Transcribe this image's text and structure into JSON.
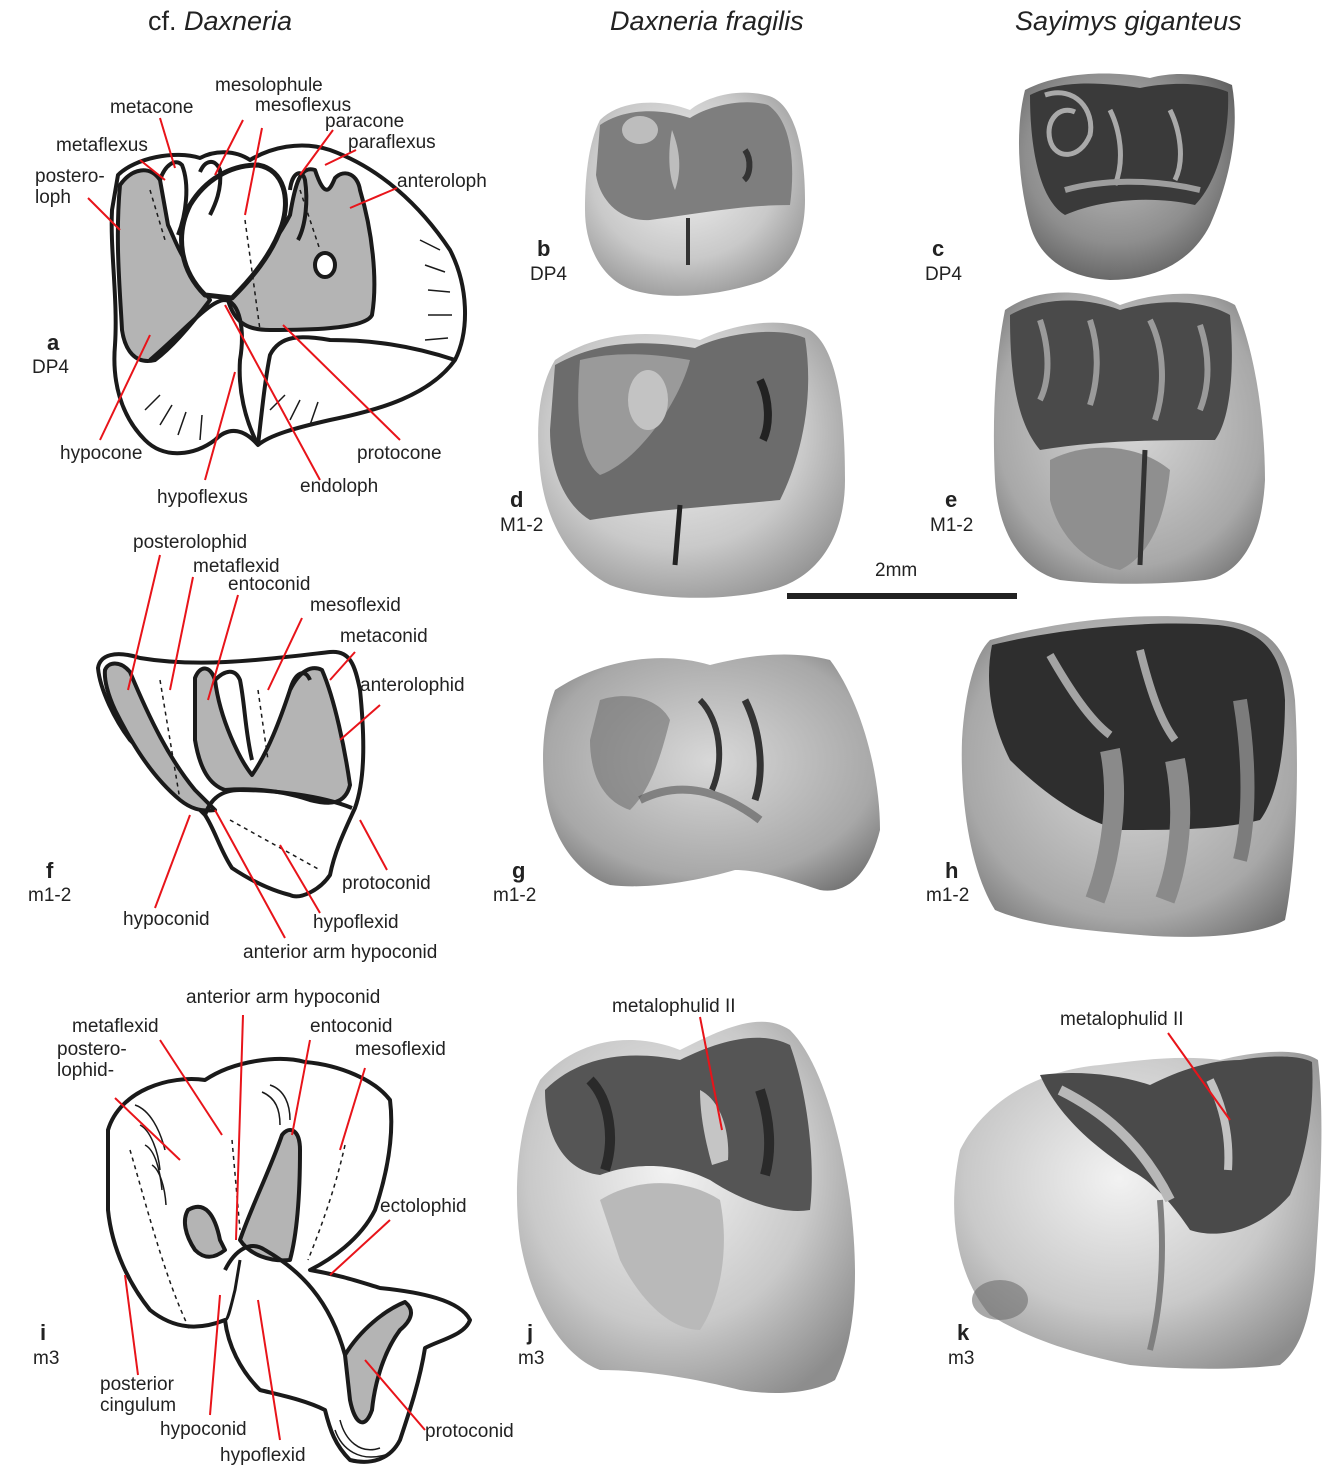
{
  "columns": {
    "left": {
      "prefix": "cf. ",
      "name": "Daxneria"
    },
    "middle": "Daxneria fragilis",
    "right": "Sayimys giganteus"
  },
  "panels": {
    "a": {
      "letter": "a",
      "tooth": "DP4"
    },
    "b": {
      "letter": "b",
      "tooth": "DP4"
    },
    "c": {
      "letter": "c",
      "tooth": "DP4"
    },
    "d": {
      "letter": "d",
      "tooth": "M1-2"
    },
    "e": {
      "letter": "e",
      "tooth": "M1-2"
    },
    "f": {
      "letter": "f",
      "tooth": "m1-2"
    },
    "g": {
      "letter": "g",
      "tooth": "m1-2"
    },
    "h": {
      "letter": "h",
      "tooth": "m1-2"
    },
    "i": {
      "letter": "i",
      "tooth": "m3"
    },
    "j": {
      "letter": "j",
      "tooth": "m3"
    },
    "k": {
      "letter": "k",
      "tooth": "m3"
    }
  },
  "scale_bar": {
    "label": "2mm"
  },
  "labels_a": {
    "mesolophule": "mesolophule",
    "metacone": "metacone",
    "mesoflexus": "mesoflexus",
    "paracone": "paracone",
    "metaflexus": "metaflexus",
    "paraflexus": "paraflexus",
    "posteroloph": "postero-\nloph",
    "anteroloph": "anteroloph",
    "hypocone": "hypocone",
    "protocone": "protocone",
    "hypoflexus": "hypoflexus",
    "endoloph": "endoloph"
  },
  "labels_f": {
    "posterolophid": "posterolophid",
    "metaflexid": "metaflexid",
    "entoconid": "entoconid",
    "mesoflexid": "mesoflexid",
    "metaconid": "metaconid",
    "anterolophid": "anterolophid",
    "protoconid": "protoconid",
    "hypoconid": "hypoconid",
    "hypoflexid": "hypoflexid",
    "anterior_arm": "anterior arm hypoconid"
  },
  "labels_i": {
    "anterior_arm": "anterior arm hypoconid",
    "metaflexid": "metaflexid",
    "entoconid": "entoconid",
    "posterolophid": "postero-\nlophid-",
    "mesoflexid": "mesoflexid",
    "ectolophid": "ectolophid",
    "posterior_cingulum": "posterior\ncingulum",
    "hypoconid": "hypoconid",
    "hypoflexid": "hypoflexid",
    "protoconid": "protoconid"
  },
  "labels_jk": {
    "j_metalophulid": "metalophulid II",
    "k_metalophulid": "metalophulid II"
  },
  "colors": {
    "enamel_fill": "#b4b4b4",
    "leader_line": "#e8141a",
    "outline": "#1a1a1a"
  }
}
